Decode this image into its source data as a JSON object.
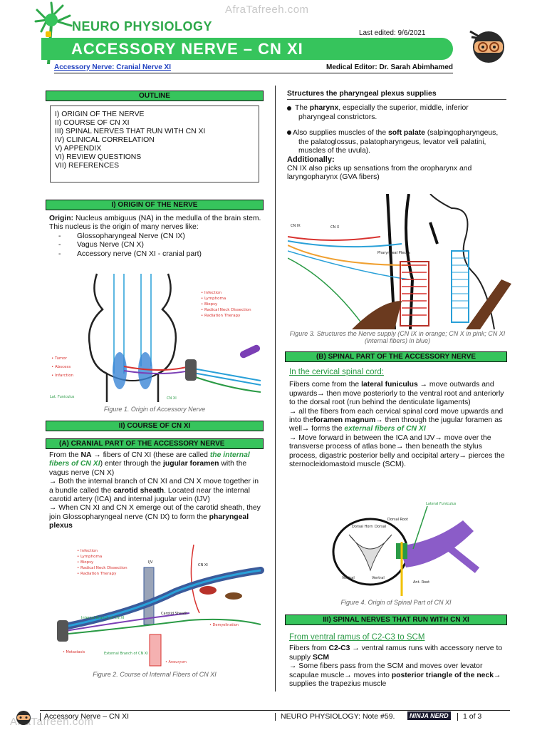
{
  "watermark_text": "AfraTafreeh.com",
  "header": {
    "series": "NEURO PHYSIOLOGY",
    "title": "ACCESSORY NERVE – CN XI",
    "last_edited": "Last edited: 9/6/2021",
    "subtitle": "Accessory Nerve: Cranial Nerve XI",
    "editor": "Medical Editor: Dr. Sarah Abimhamed"
  },
  "outline": {
    "title": "OUTLINE",
    "items": [
      "I) ORIGIN OF THE NERVE",
      "II) COURSE OF CN XI",
      "III) SPINAL NERVES THAT RUN WITH CN XI",
      "IV) CLINICAL CORRELATION",
      "V) APPENDIX",
      "VI) REVIEW QUESTIONS",
      "VII) REFERENCES"
    ]
  },
  "origin": {
    "title": "I)  ORIGIN OF THE NERVE",
    "origin_label": "Origin:",
    "origin_text": " Nucleus ambiguus (NA) in the medulla of the brain stem.",
    "intro": "This nucleus is the origin of many nerves like:",
    "nerves": [
      "Glossopharyngeal Nerve (CN IX)",
      "Vagus Nerve (CN X)",
      "Accessory nerve (CN XI - cranial part)"
    ],
    "figure_caption": "Figure 1. Origin of Accessory Nerve"
  },
  "course": {
    "title": "II)  COURSE OF CN XI",
    "sub_a_title": "(A)  CRANIAL PART OF THE ACCESSORY NERVE",
    "p1_a": "From the ",
    "p1_na": "NA",
    "p1_b": " → fibers of CN XI (these are called ",
    "p1_green": "the internal fibers of CN XI",
    "p1_c": ") enter through the ",
    "p1_jf": "jugular foramen",
    "p1_d": " with the vagus nerve (CN X)",
    "p2_a": "→ Both the internal branch of CN XI and CN X move together in a bundle called the ",
    "p2_b": "carotid sheath",
    "p2_c": ". Located near the internal carotid artery (ICA) and internal jugular vein (IJV)",
    "p3_a": "→ When CN XI and CN X emerge out of the carotid sheath, they join Glossopharyngeal nerve (CN IX) to form the ",
    "p3_b": "pharyngeal plexus",
    "figure2_caption": "Figure 2. Course of Internal Fibers of CN XI"
  },
  "right": {
    "plexus_title": "Structures the pharyngeal plexus supplies",
    "b1_a": "The ",
    "b1_b": "pharynx",
    "b1_c": ", especially the superior, middle, inferior pharyngeal constrictors.",
    "b2_a": "Also supplies muscles of the ",
    "b2_b": "soft palate",
    "b2_c": " (salpingopharyngeus, the palatoglossus, palatopharyngeus, levator veli palatini, muscles of the uvula).",
    "additionally": "Additionally:",
    "add_text": "CN IX also picks up sensations from the oropharynx and laryngopharynx (GVA fibers)",
    "figure3_caption": "Figure 3. Structures the Nerve supply (CN IX in orange; CN X in pink; CN XI (internal fibers) in blue)",
    "sub_b_title": "(B)  SPINAL PART OF THE ACCESSORY NERVE",
    "cervical_heading": "In the cervical spinal cord:",
    "c1_a": "Fibers come from the ",
    "c1_b": "lateral funiculus",
    "c1_c": " → move outwards and upwards→ then move posteriorly to the ventral root and anteriorly to the dorsal root (run behind the denticulate ligaments)",
    "c2_a": "→ all the fibers from each cervical spinal cord move upwards and into the",
    "c2_b": "foramen magnum",
    "c2_c": "→ then through the jugular foramen as well→ forms the ",
    "c2_green": "external fibers of CN XI",
    "c3": "→ Move forward in between the ICA and IJV→ move over the transverse process of atlas bone→ then beneath the stylus process, digastric posterior belly and occipital artery→ pierces the sternocleidomastoid muscle (SCM).",
    "figure4_caption": "Figure 4. Origin of Spinal Part of CN XI",
    "section3_title": "III)  SPINAL NERVES THAT RUN WITH CN XI",
    "ventral_heading": "From ventral ramus of C2-C3 to SCM",
    "v1_a": "Fibers from ",
    "v1_b": "C2-C3",
    "v1_c": " → ventral ramus runs with accessory nerve to supply ",
    "v1_d": "SCM",
    "v2_a": "→ Some fibers pass from the SCM and moves over levator scapulae muscle→ moves into ",
    "v2_b": "posterior triangle of the neck",
    "v2_c": "→ supplies the trapezius muscle"
  },
  "footer": {
    "left": "Accessory Nerve – CN XI",
    "middle": "NEURO PHYSIOLOGY: Note #59.",
    "brand": "NINJA NERD",
    "page": "1 of 3"
  },
  "colors": {
    "accent": "#36c45c",
    "link_blue": "#1f3fbf",
    "heading_green": "#2a9a45"
  },
  "icons": [
    "neuron-logo-icon",
    "ninja-mascot-icon"
  ]
}
